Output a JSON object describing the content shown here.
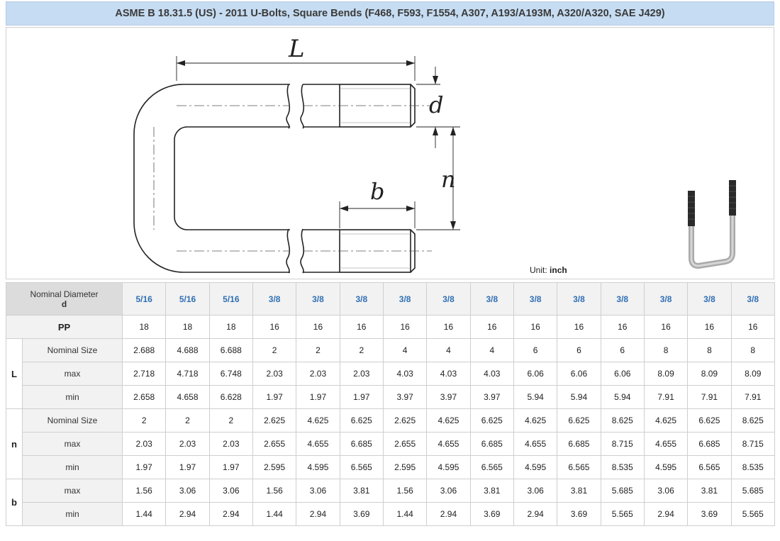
{
  "title": "ASME B 18.31.5 (US) - 2011 U-Bolts, Square Bends (F468, F593, F1554, A307, A193/A193M, A320/A320, SAE J429)",
  "diagram": {
    "label_L": "L",
    "label_d": "d",
    "label_n": "n",
    "label_b": "b",
    "unit_prefix": "Unit:",
    "unit_value": "inch"
  },
  "table": {
    "nominal_label": "Nominal Diameter",
    "nominal_sub": "d",
    "diameters": [
      "5/16",
      "5/16",
      "5/16",
      "3/8",
      "3/8",
      "3/8",
      "3/8",
      "3/8",
      "3/8",
      "3/8",
      "3/8",
      "3/8",
      "3/8",
      "3/8",
      "3/8"
    ],
    "pp_label": "PP",
    "pp": [
      "18",
      "18",
      "18",
      "16",
      "16",
      "16",
      "16",
      "16",
      "16",
      "16",
      "16",
      "16",
      "16",
      "16",
      "16"
    ],
    "groups": [
      {
        "label": "L",
        "rows": [
          {
            "label": "Nominal Size",
            "values": [
              "2.688",
              "4.688",
              "6.688",
              "2",
              "2",
              "2",
              "4",
              "4",
              "4",
              "6",
              "6",
              "6",
              "8",
              "8",
              "8"
            ]
          },
          {
            "label": "max",
            "values": [
              "2.718",
              "4.718",
              "6.748",
              "2.03",
              "2.03",
              "2.03",
              "4.03",
              "4.03",
              "4.03",
              "6.06",
              "6.06",
              "6.06",
              "8.09",
              "8.09",
              "8.09"
            ]
          },
          {
            "label": "min",
            "values": [
              "2.658",
              "4.658",
              "6.628",
              "1.97",
              "1.97",
              "1.97",
              "3.97",
              "3.97",
              "3.97",
              "5.94",
              "5.94",
              "5.94",
              "7.91",
              "7.91",
              "7.91"
            ]
          }
        ]
      },
      {
        "label": "n",
        "rows": [
          {
            "label": "Nominal Size",
            "values": [
              "2",
              "2",
              "2",
              "2.625",
              "4.625",
              "6.625",
              "2.625",
              "4.625",
              "6.625",
              "4.625",
              "6.625",
              "8.625",
              "4.625",
              "6.625",
              "8.625"
            ]
          },
          {
            "label": "max",
            "values": [
              "2.03",
              "2.03",
              "2.03",
              "2.655",
              "4.655",
              "6.685",
              "2.655",
              "4.655",
              "6.685",
              "4.655",
              "6.685",
              "8.715",
              "4.655",
              "6.685",
              "8.715"
            ]
          },
          {
            "label": "min",
            "values": [
              "1.97",
              "1.97",
              "1.97",
              "2.595",
              "4.595",
              "6.565",
              "2.595",
              "4.595",
              "6.565",
              "4.595",
              "6.565",
              "8.535",
              "4.595",
              "6.565",
              "8.535"
            ]
          }
        ]
      },
      {
        "label": "b",
        "rows": [
          {
            "label": "max",
            "values": [
              "1.56",
              "3.06",
              "3.06",
              "1.56",
              "3.06",
              "3.81",
              "1.56",
              "3.06",
              "3.81",
              "3.06",
              "3.81",
              "5.685",
              "3.06",
              "3.81",
              "5.685"
            ]
          },
          {
            "label": "min",
            "values": [
              "1.44",
              "2.94",
              "2.94",
              "1.44",
              "2.94",
              "3.69",
              "1.44",
              "2.94",
              "3.69",
              "2.94",
              "3.69",
              "5.565",
              "2.94",
              "3.69",
              "5.565"
            ]
          }
        ]
      }
    ]
  }
}
